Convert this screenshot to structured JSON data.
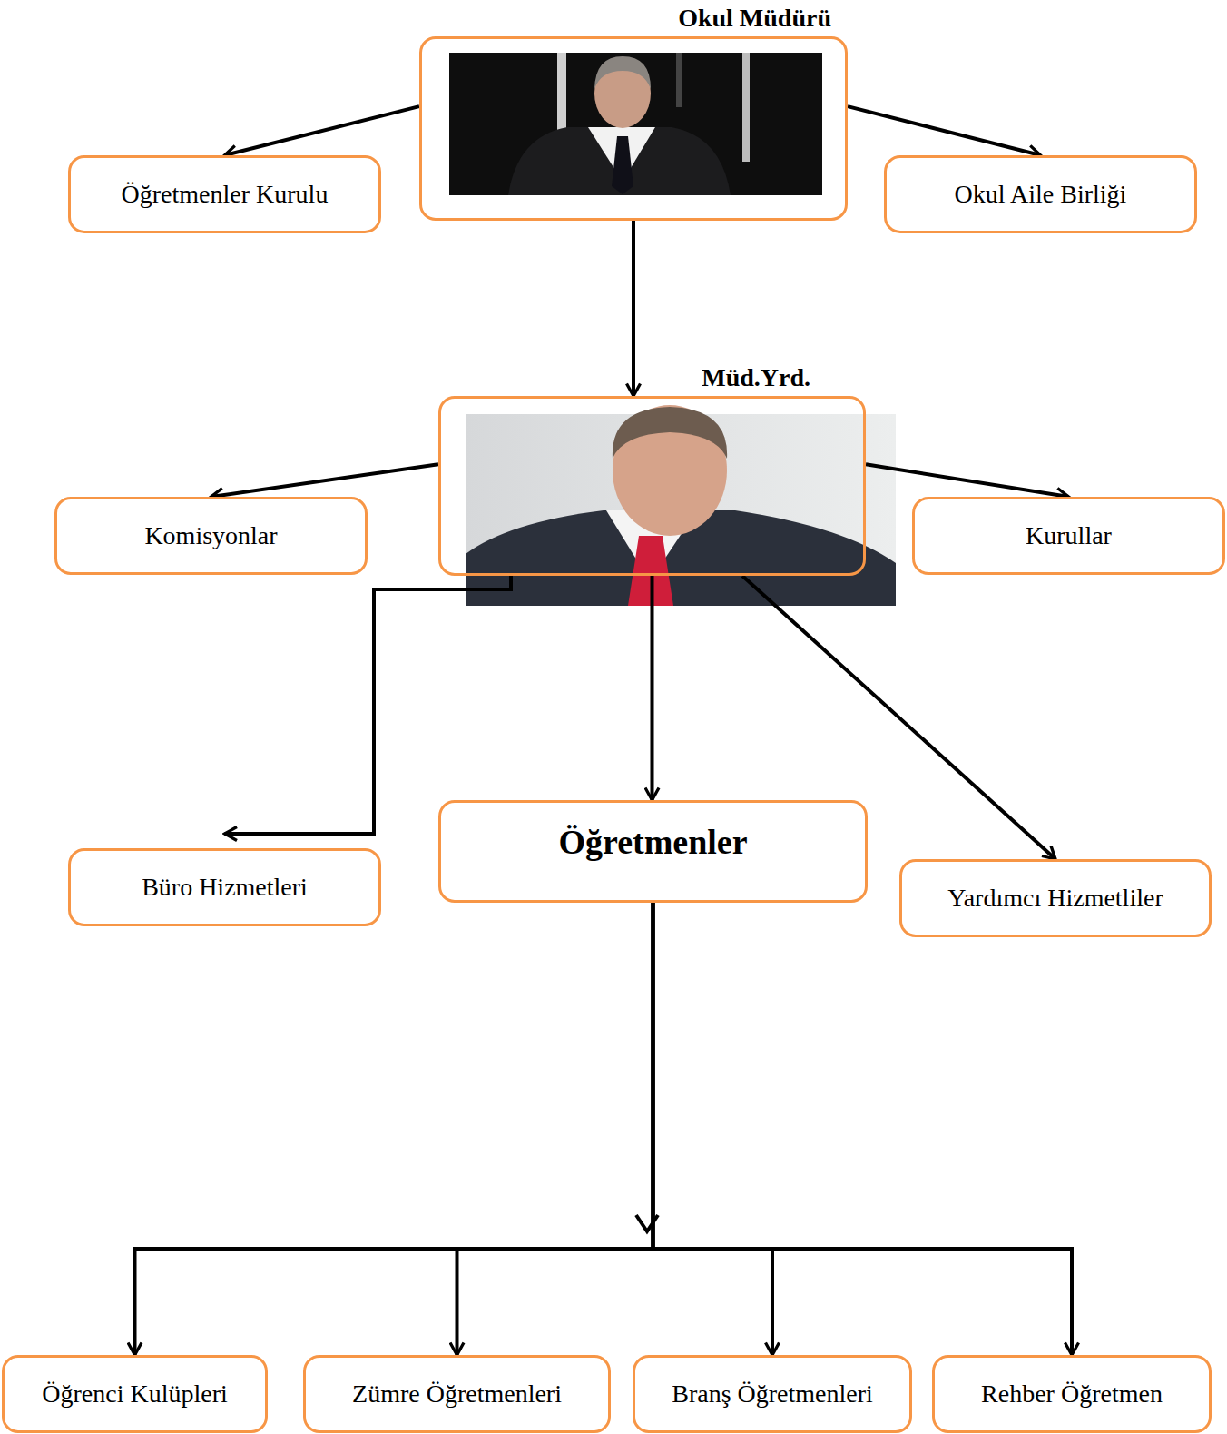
{
  "diagram": {
    "nodes": [
      {
        "text": [
          "Okul Müdürü"
        ]
      },
      {
        "text": [
          "Öğretmenler Kurulu"
        ]
      },
      {
        "text": [
          "Okul Aile Birliği"
        ]
      },
      {
        "text": [
          "Müd.Yrd."
        ]
      },
      {
        "text": [
          "Komisyonlar"
        ]
      },
      {
        "text": [
          "Kurullar"
        ]
      },
      {
        "text": [
          "Büro Hizmetleri"
        ]
      },
      {
        "text": [
          "Öğretmenler"
        ]
      },
      {
        "text": [
          "Yardımcı Hizmetliler"
        ]
      },
      {
        "text": [
          "Öğrenci Kulüpleri"
        ]
      },
      {
        "text": [
          "Zümre Öğretmenleri"
        ]
      },
      {
        "text": [
          "Branş Öğretmenleri"
        ]
      },
      {
        "text": [
          "Rehber Öğretmen"
        ]
      }
    ],
    "edges": [
      {
        "from": 0,
        "to": 1,
        "arrow": "to"
      },
      {
        "from": 0,
        "to": 2,
        "arrow": "to"
      },
      {
        "from": 0,
        "to": 3,
        "arrow": "to"
      },
      {
        "from": 3,
        "to": 4,
        "arrow": "to"
      },
      {
        "from": 3,
        "to": 5,
        "arrow": "to"
      },
      {
        "from": 3,
        "to": 6,
        "arrow": "to"
      },
      {
        "from": 3,
        "to": 7,
        "arrow": "to"
      },
      {
        "from": 3,
        "to": 8,
        "arrow": "to"
      },
      {
        "from": 7,
        "to": 9,
        "arrow": "to"
      },
      {
        "from": 7,
        "to": 10,
        "arrow": "to"
      },
      {
        "from": 7,
        "to": 11,
        "arrow": "to"
      },
      {
        "from": 7,
        "to": 12,
        "arrow": "to"
      }
    ]
  }
}
